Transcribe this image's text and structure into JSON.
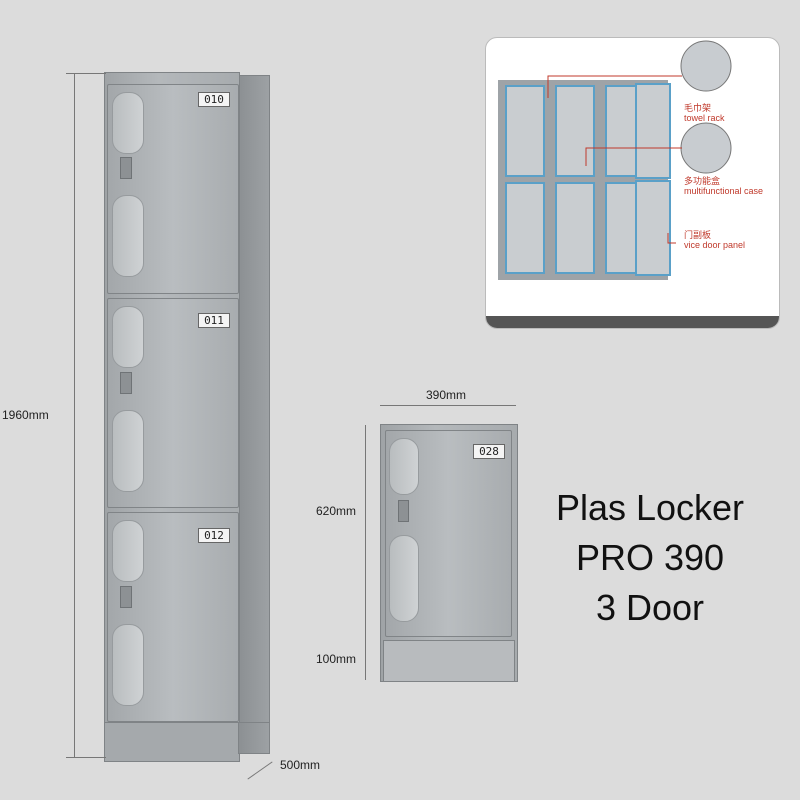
{
  "tall_locker": {
    "door_numbers": [
      "010",
      "011",
      "012"
    ],
    "height_label": "1960mm",
    "depth_label": "500mm"
  },
  "small_locker": {
    "door_number": "028",
    "width_label": "390mm",
    "door_height_label": "620mm",
    "base_height_label": "100mm"
  },
  "inset": {
    "callouts": [
      {
        "zh": "毛巾架",
        "en": "towel rack"
      },
      {
        "zh": "多功能盒",
        "en": "multifunctional case"
      },
      {
        "zh": "门副板",
        "en": "vice door panel"
      }
    ]
  },
  "product_title": [
    "Plas Locker",
    "PRO 390",
    "3 Door"
  ],
  "colors": {
    "background": "#dcdcdc",
    "locker": "#a9adaf",
    "callout": "#c0392b",
    "panel_edge": "#5aa0c8"
  }
}
